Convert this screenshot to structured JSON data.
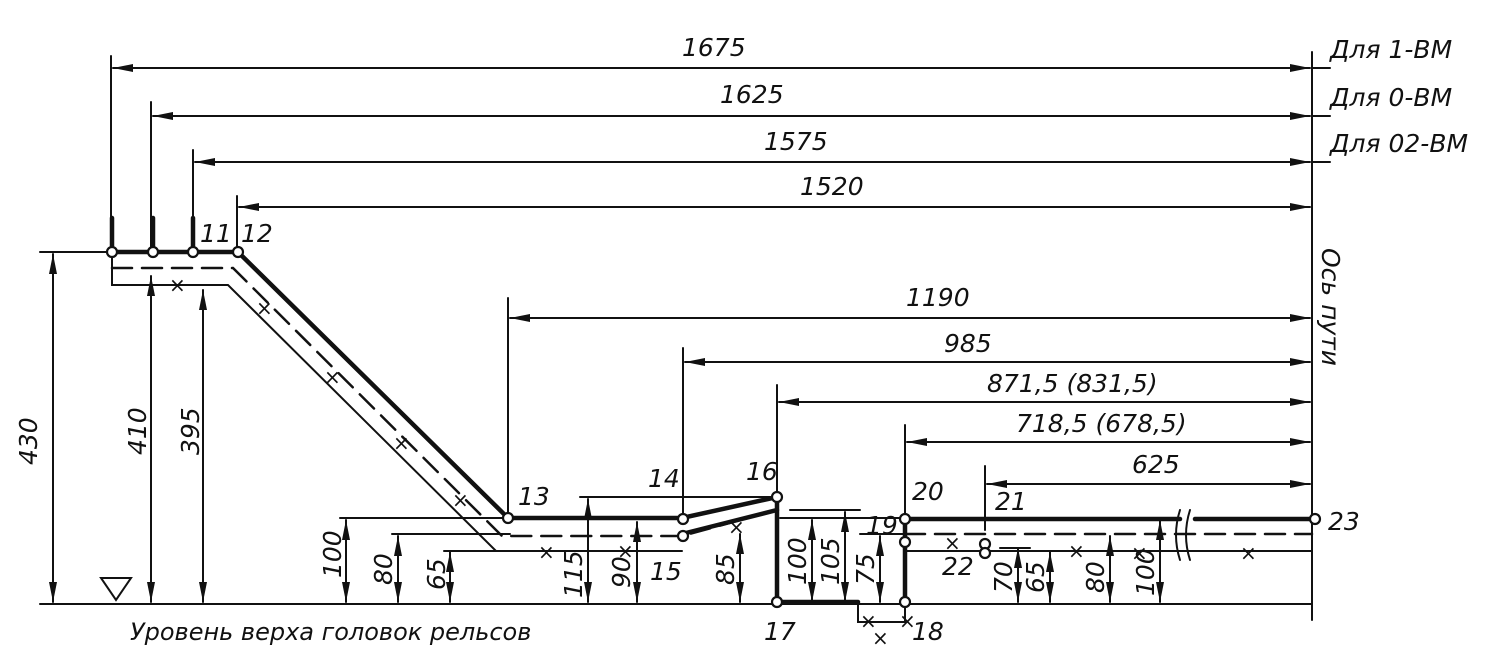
{
  "dimensions": {
    "top": [
      "1675",
      "1625",
      "1575",
      "1520"
    ],
    "right": [
      "1190",
      "985",
      "871,5 (831,5)",
      "718,5 (678,5)",
      "625"
    ],
    "vertical_left": [
      "430",
      "410",
      "395"
    ],
    "vertical_low": [
      "100",
      "80",
      "65",
      "115",
      "90",
      "85",
      "100",
      "105",
      "75",
      "70",
      "65",
      "80",
      "100"
    ]
  },
  "variants": [
    "Для 1-ВМ",
    "Для 0-ВМ",
    "Для 02-ВМ"
  ],
  "axis_label": "Ось пути",
  "baseline_label": "Уровень верха головок рельсов",
  "points": [
    "11",
    "12",
    "13",
    "14",
    "15",
    "16",
    "17",
    "18",
    "19",
    "20",
    "21",
    "22",
    "23"
  ]
}
